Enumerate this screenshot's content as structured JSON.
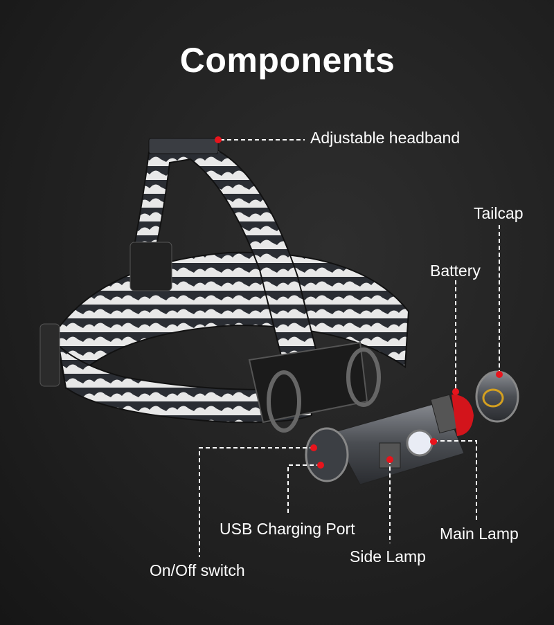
{
  "title": "Components",
  "callout_color": "#e8141c",
  "labels": {
    "headband": "Adjustable headband",
    "tailcap": "Tailcap",
    "battery": "Battery",
    "main_lamp": "Main Lamp",
    "usb_port": "USB Charging Port",
    "side_lamp": "Side Lamp",
    "switch": "On/Off switch"
  }
}
